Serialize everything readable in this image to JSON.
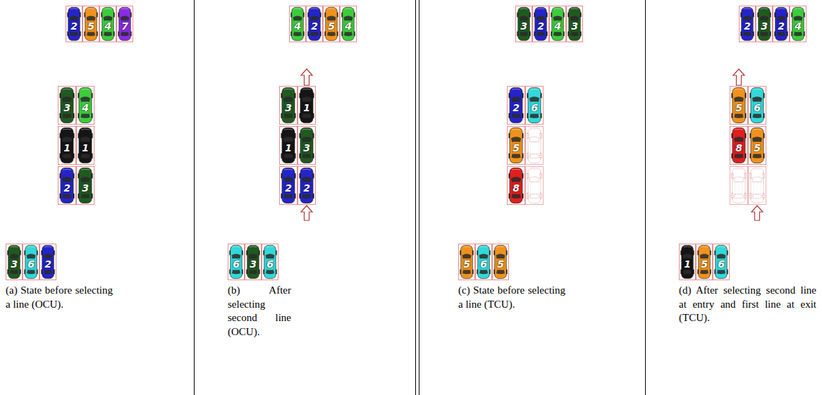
{
  "diagram": {
    "nodes": [
      {
        "text": [
          "2"
        ]
      },
      {
        "text": [
          "5"
        ]
      },
      {
        "text": [
          "4"
        ]
      },
      {
        "text": [
          "7"
        ]
      },
      {
        "text": [
          "3"
        ]
      },
      {
        "text": [
          "4"
        ]
      },
      {
        "text": [
          "1"
        ]
      },
      {
        "text": [
          "1"
        ]
      },
      {
        "text": [
          "2"
        ]
      },
      {
        "text": [
          "3"
        ]
      },
      {
        "text": [
          "3"
        ]
      },
      {
        "text": [
          "6"
        ]
      },
      {
        "text": [
          "2"
        ]
      },
      {
        "text": [
          "4"
        ]
      },
      {
        "text": [
          "2"
        ]
      },
      {
        "text": [
          "5"
        ]
      },
      {
        "text": [
          "4"
        ]
      },
      {
        "text": [
          "3"
        ]
      },
      {
        "text": [
          "1"
        ]
      },
      {
        "text": [
          "1"
        ]
      },
      {
        "text": [
          "3"
        ]
      },
      {
        "text": [
          "2"
        ]
      },
      {
        "text": [
          "2"
        ]
      },
      {
        "text": [
          "6"
        ]
      },
      {
        "text": [
          "3"
        ]
      },
      {
        "text": [
          "6"
        ]
      },
      {
        "text": [
          "3"
        ]
      },
      {
        "text": [
          "2"
        ]
      },
      {
        "text": [
          "4"
        ]
      },
      {
        "text": [
          "3"
        ]
      },
      {
        "text": [
          "2"
        ]
      },
      {
        "text": [
          "6"
        ]
      },
      {
        "text": [
          "5"
        ]
      },
      {
        "text": [
          "8"
        ]
      },
      {
        "text": [
          "5"
        ]
      },
      {
        "text": [
          "6"
        ]
      },
      {
        "text": [
          "5"
        ]
      },
      {
        "text": [
          "2"
        ]
      },
      {
        "text": [
          "3"
        ]
      },
      {
        "text": [
          "2"
        ]
      },
      {
        "text": [
          "4"
        ]
      },
      {
        "text": [
          "5"
        ]
      },
      {
        "text": [
          "6"
        ]
      },
      {
        "text": [
          "8"
        ]
      },
      {
        "text": [
          "5"
        ]
      },
      {
        "text": [
          "1"
        ]
      },
      {
        "text": [
          "5"
        ]
      },
      {
        "text": [
          "6"
        ]
      }
    ],
    "labels": [
      "(a) State before selecting a line (OCU).",
      "(b) After selecting second line (OCU).",
      "(c) State before selecting a line (TCU).",
      "(d) After selecting second line at entry and first line at exit (TCU)."
    ]
  }
}
